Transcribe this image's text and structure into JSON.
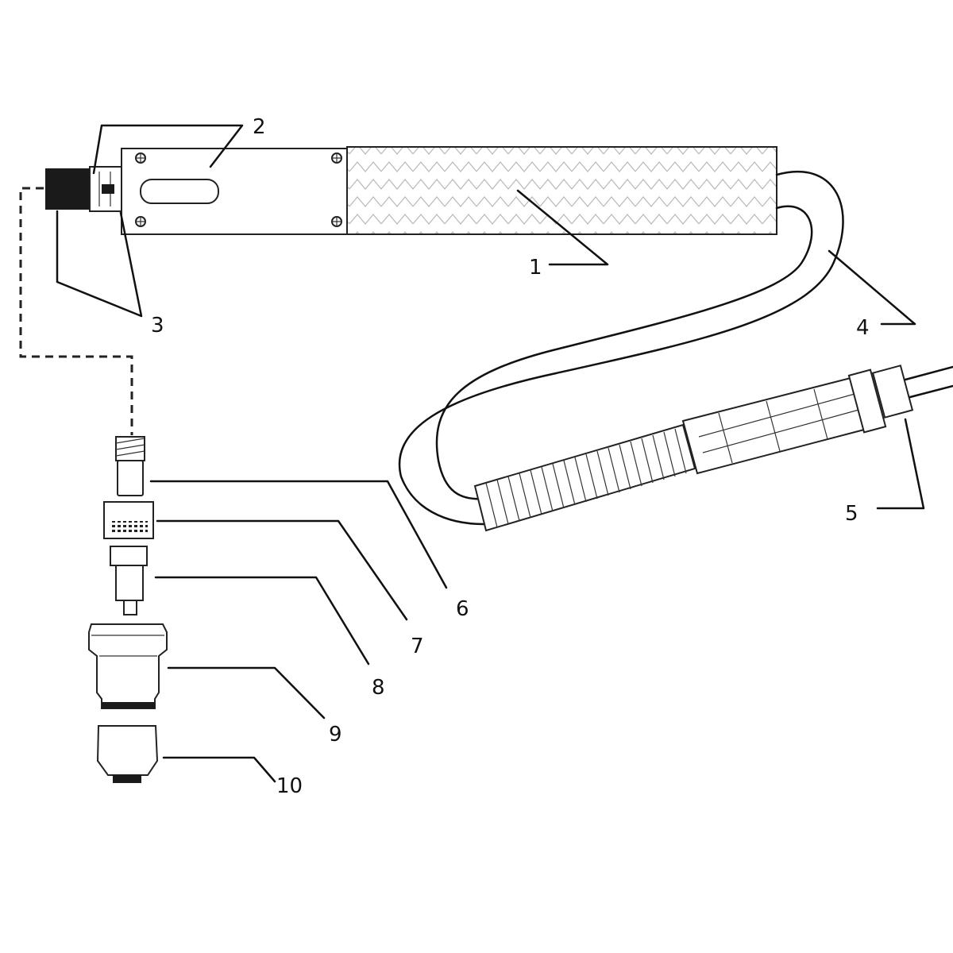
{
  "callouts": [
    {
      "id": "1",
      "text": "1"
    },
    {
      "id": "2",
      "text": "2"
    },
    {
      "id": "3",
      "text": "3"
    },
    {
      "id": "4",
      "text": "4"
    },
    {
      "id": "5",
      "text": "5"
    },
    {
      "id": "6",
      "text": "6"
    },
    {
      "id": "7",
      "text": "7"
    },
    {
      "id": "8",
      "text": "8"
    },
    {
      "id": "9",
      "text": "9"
    },
    {
      "id": "10",
      "text": "10"
    }
  ],
  "colors": {
    "line": "#111111",
    "background": "#ffffff",
    "grip_hatch": "#bbbbbb",
    "dark_part": "#1a1a1a"
  }
}
